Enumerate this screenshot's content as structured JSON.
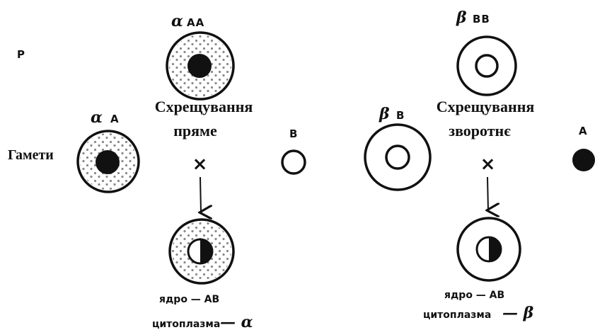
{
  "labels": {
    "p": "P",
    "gametes": "Гамети",
    "cross_direct_line1": "Схрещування",
    "cross_direct_line2": "пряме",
    "cross_reverse_line1": "Схрещування",
    "cross_reverse_line2": "зворотнє",
    "cross_symbol": "×"
  },
  "left": {
    "parent_greek": "α",
    "parent_genotype": "AA",
    "gamete_greek": "α",
    "gamete_genotype": "A",
    "male_gamete": "B",
    "offspring_nucleus_label": "ядро — AB",
    "offspring_cytoplasm_label": "цитоплазма",
    "offspring_cytoplasm_greek": "— α"
  },
  "right": {
    "parent_greek": "β",
    "parent_genotype": "BB",
    "gamete_greek": "β",
    "gamete_genotype": "B",
    "male_gamete": "A",
    "offspring_nucleus_label": "ядро — AB",
    "offspring_cytoplasm_label": "цитоплазма",
    "offspring_cytoplasm_greek": "— β"
  },
  "colors": {
    "ink": "#111111",
    "stipple": "#8a8a8a",
    "background": "#ffffff"
  }
}
